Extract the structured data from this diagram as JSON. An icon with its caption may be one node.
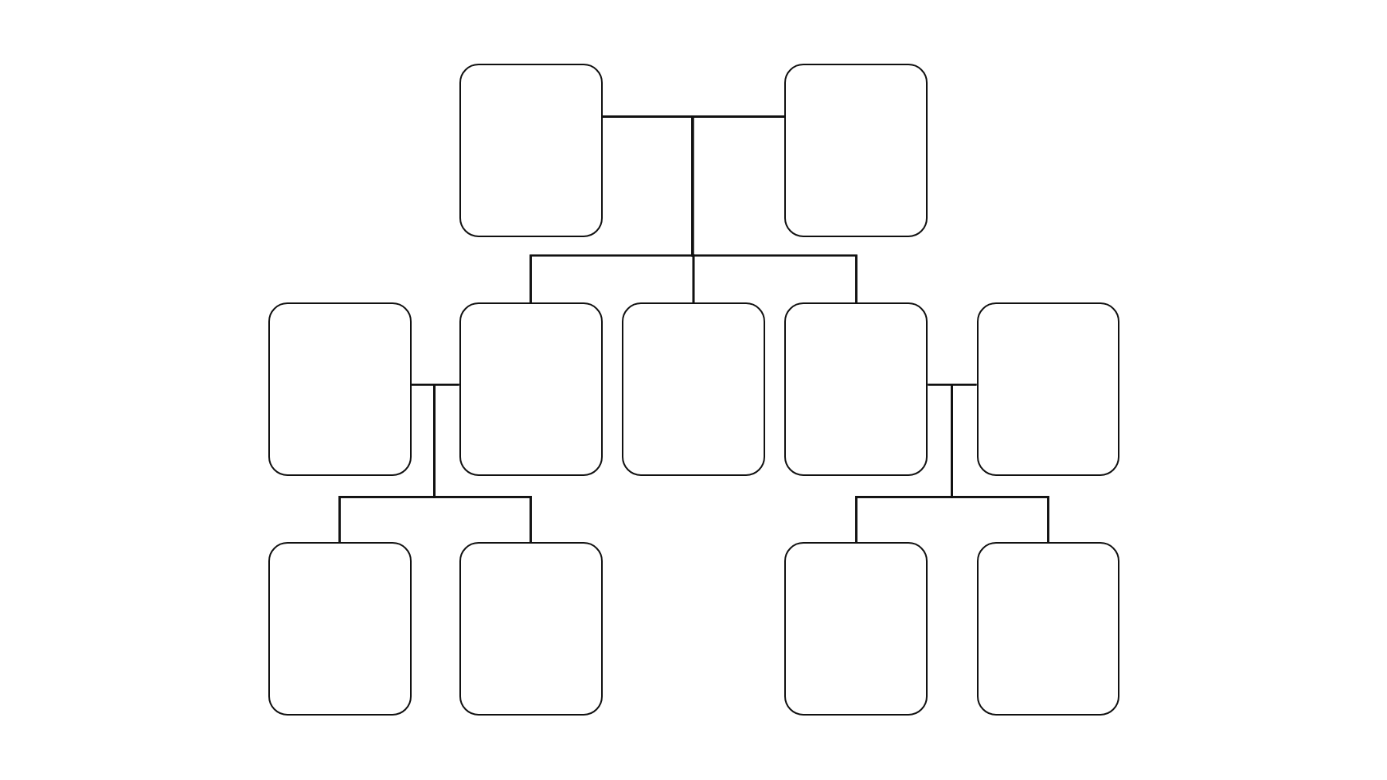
{
  "diagram": {
    "nodes": [
      {
        "text": [],
        "shape": "box"
      },
      {
        "text": [],
        "shape": "box"
      },
      {
        "text": [],
        "shape": "box"
      },
      {
        "text": [],
        "shape": "box"
      },
      {
        "text": [],
        "shape": "box"
      },
      {
        "text": [],
        "shape": "box"
      },
      {
        "text": [],
        "shape": "box"
      },
      {
        "text": [],
        "shape": "box"
      },
      {
        "text": [],
        "shape": "box"
      },
      {
        "text": [],
        "shape": "box"
      },
      {
        "text": [],
        "shape": "box"
      }
    ],
    "edges": [
      {
        "from": 0,
        "to": 3,
        "arrow": "none"
      },
      {
        "from": 0,
        "to": 4,
        "arrow": "none"
      },
      {
        "from": 0,
        "to": 5,
        "arrow": "none"
      },
      {
        "from": 1,
        "to": 3,
        "arrow": "none"
      },
      {
        "from": 1,
        "to": 4,
        "arrow": "none"
      },
      {
        "from": 1,
        "to": 5,
        "arrow": "none"
      },
      {
        "from": 2,
        "to": 7,
        "arrow": "none"
      },
      {
        "from": 2,
        "to": 8,
        "arrow": "none"
      },
      {
        "from": 3,
        "to": 7,
        "arrow": "none"
      },
      {
        "from": 3,
        "to": 8,
        "arrow": "none"
      },
      {
        "from": 5,
        "to": 9,
        "arrow": "none"
      },
      {
        "from": 5,
        "to": 10,
        "arrow": "none"
      },
      {
        "from": 6,
        "to": 9,
        "arrow": "none"
      },
      {
        "from": 6,
        "to": 10,
        "arrow": "none"
      }
    ]
  }
}
